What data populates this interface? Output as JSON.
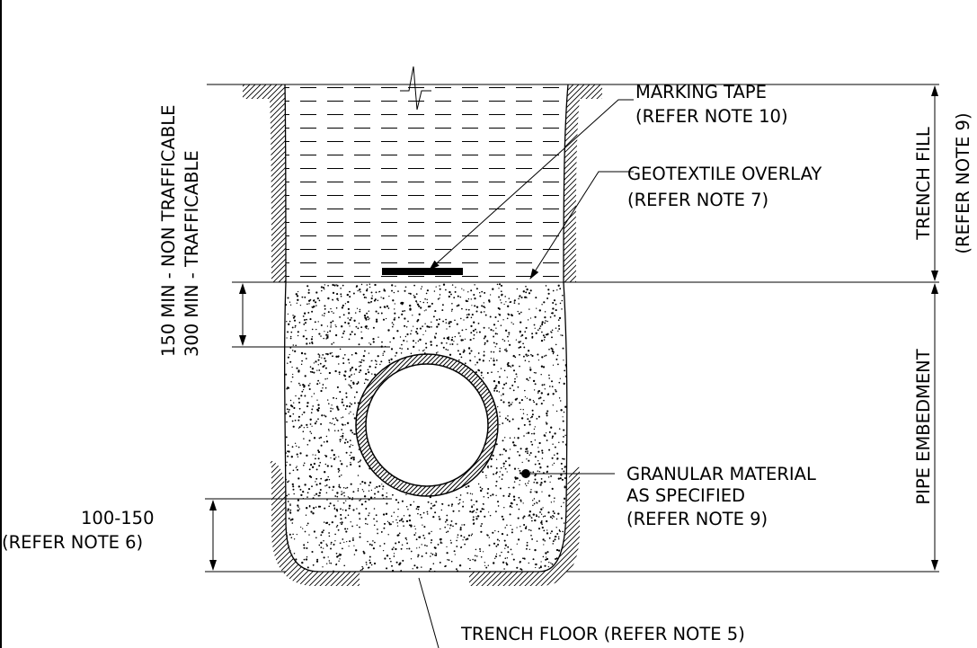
{
  "labels": {
    "cover_min_1": "150 MIN - NON TRAFFICABLE",
    "cover_min_2": "300 MIN - TRAFFICABLE",
    "marking_tape_1": "MARKING TAPE",
    "marking_tape_2": "(REFER NOTE 10)",
    "geotextile_1": "GEOTEXTILE OVERLAY",
    "geotextile_2": "(REFER NOTE 7)",
    "trench_fill_1": "TRENCH FILL",
    "trench_fill_2": "(REFER NOTE 9)",
    "pipe_embedment": "PIPE EMBEDMENT",
    "granular_1": "GRANULAR MATERIAL",
    "granular_2": "AS SPECIFIED",
    "granular_3": "(REFER NOTE 9)",
    "bedding_1": "100-150",
    "bedding_2": "(REFER NOTE 6)",
    "trench_floor": "TRENCH FLOOR (REFER NOTE 5)"
  },
  "colors": {
    "ink": "#000000",
    "background": "#ffffff"
  }
}
